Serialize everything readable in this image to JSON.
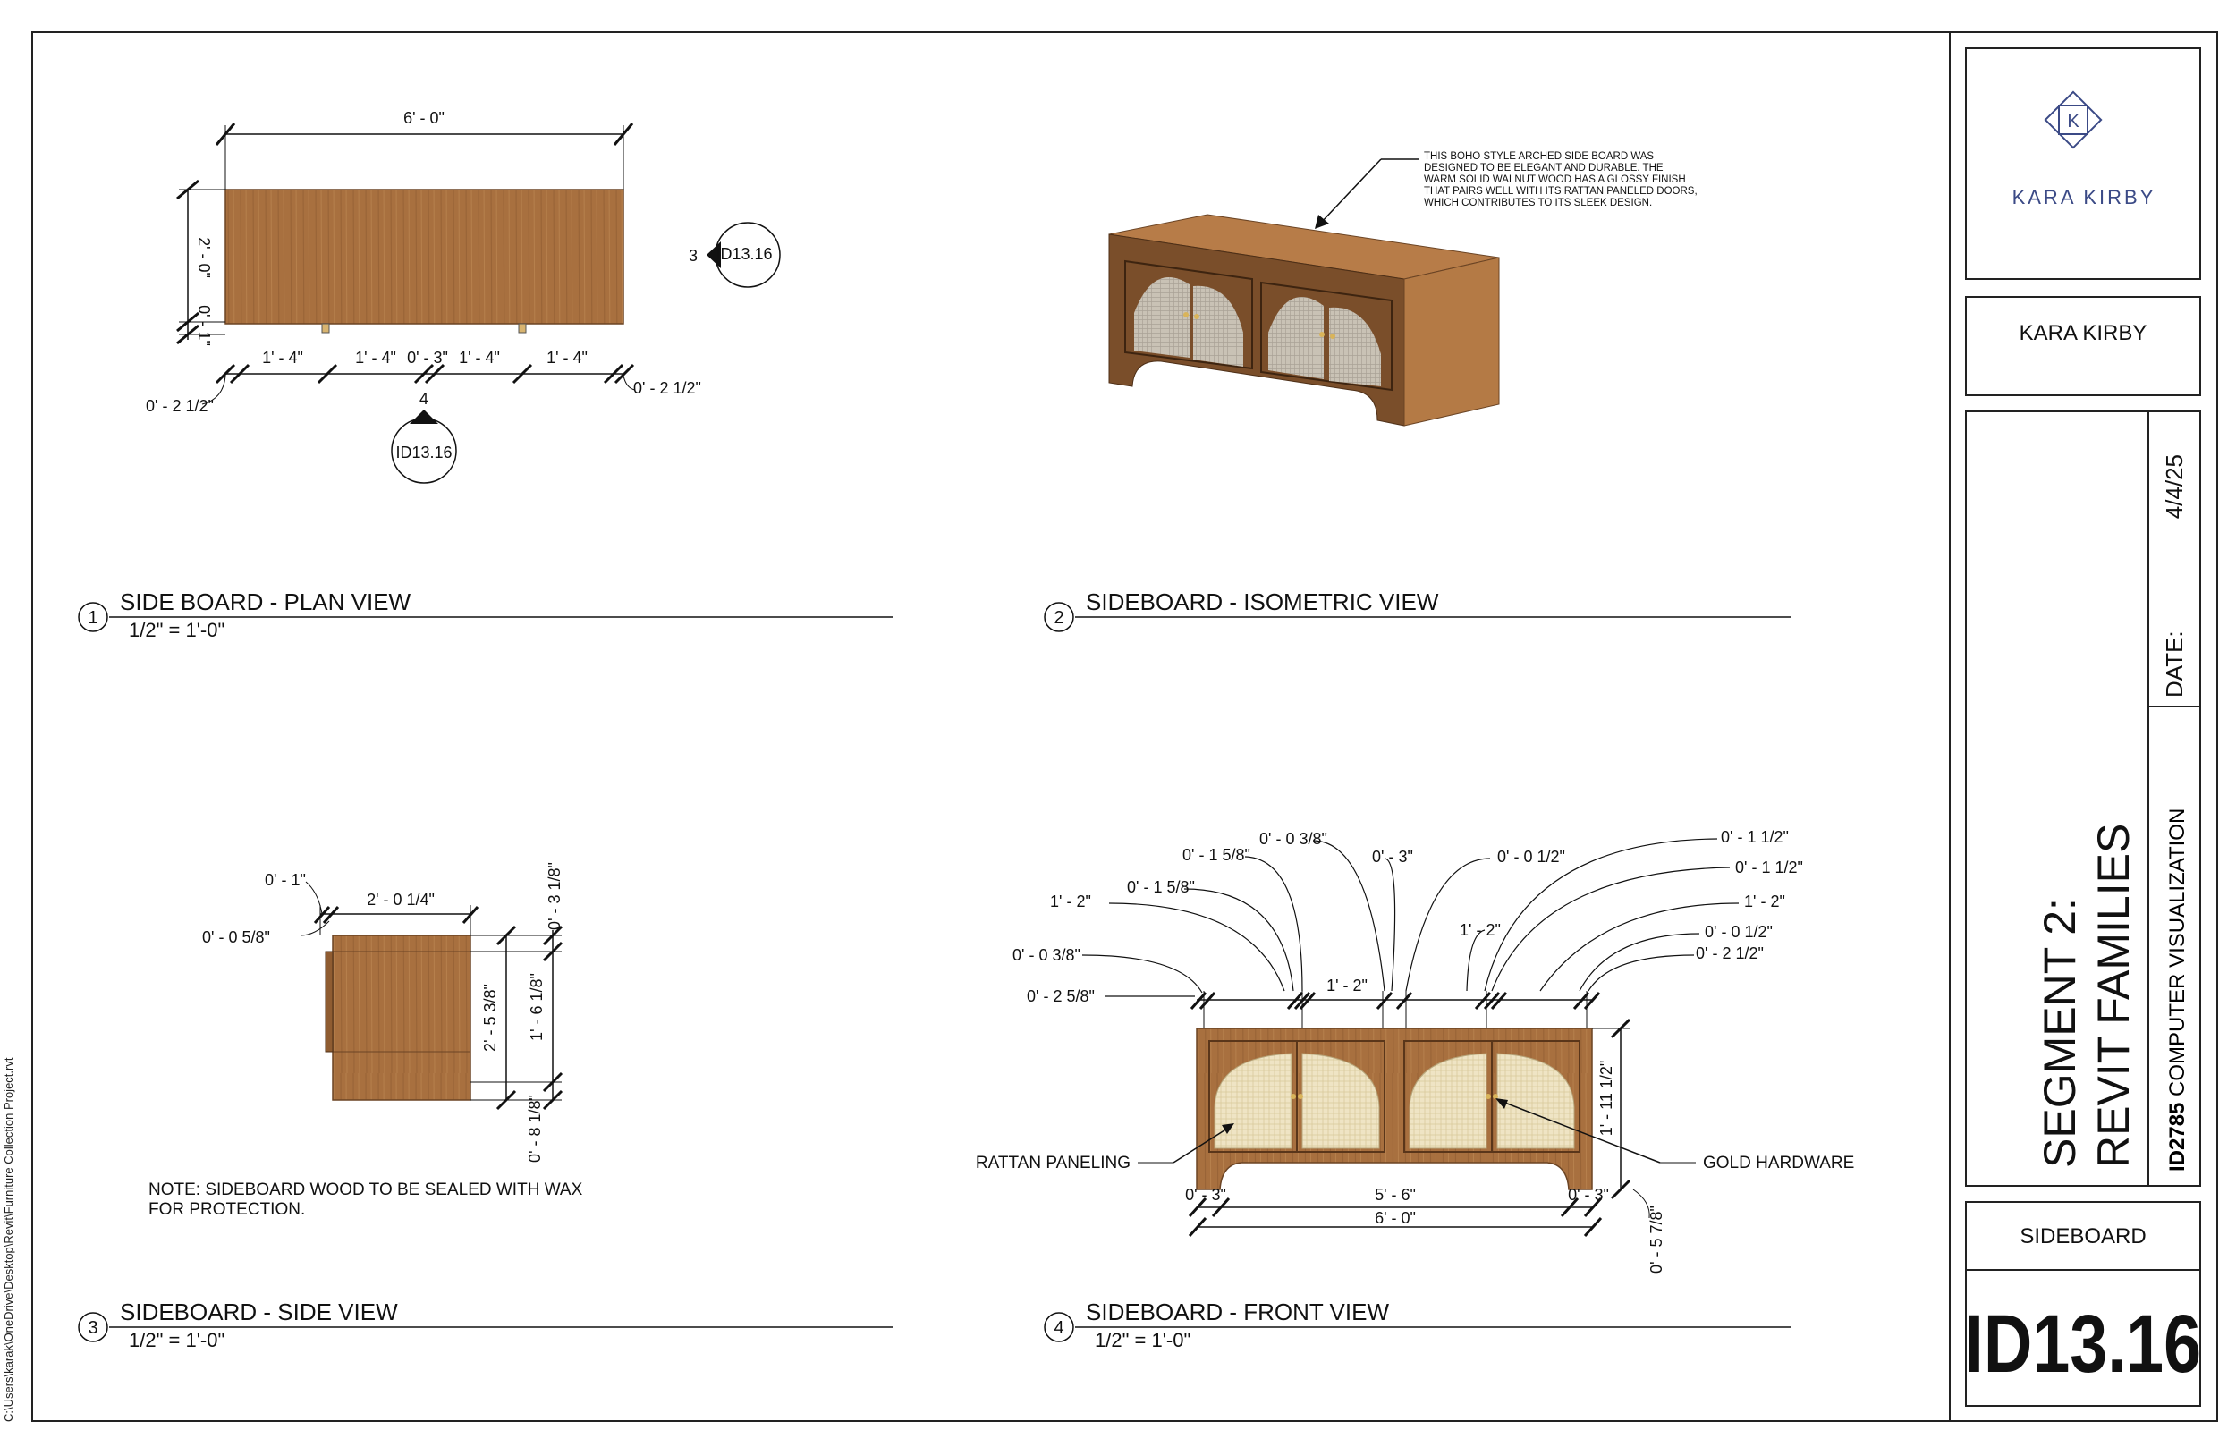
{
  "file_path": "C:\\Users\\karak\\OneDrive\\Desktop\\Revit\\Furniture Collection Project.rvt",
  "colors": {
    "wood": "#a8703f",
    "wood_dark": "#7a4e2a",
    "rattan": "#efe4c4",
    "line": "#111111"
  },
  "views": {
    "plan": {
      "number": "1",
      "title": "SIDE BOARD - PLAN VIEW",
      "scale": "1/2\" = 1'-0\"",
      "dims": {
        "overall": "6' - 0\"",
        "depth": "2' - 0\"",
        "overhang": "0' - 1\"",
        "d1": "1' - 4\"",
        "d2": "1' - 4\"",
        "d3": "0' - 3\"",
        "d4": "1' - 4\"",
        "d5": "1' - 4\"",
        "left_end": "0' - 2 1/2\"",
        "right_end": "0' - 2 1/2\""
      },
      "callout_right": {
        "num": "3",
        "sheet": "ID13.16"
      },
      "callout_bottom": {
        "num": "4",
        "sheet": "ID13.16"
      }
    },
    "iso": {
      "number": "2",
      "title": "SIDEBOARD - ISOMETRIC VIEW",
      "note": [
        "THIS BOHO STYLE ARCHED SIDE BOARD WAS",
        "DESIGNED TO BE ELEGANT AND DURABLE. THE",
        "WARM SOLID WALNUT WOOD HAS A GLOSSY FINISH",
        "THAT PAIRS WELL WITH ITS RATTAN PANELED DOORS,",
        "WHICH CONTRIBUTES TO ITS SLEEK DESIGN."
      ]
    },
    "side": {
      "number": "3",
      "title": "SIDEBOARD - SIDE VIEW",
      "scale": "1/2\" = 1'-0\"",
      "dims": {
        "top_gap": "0' - 1\"",
        "left_gap": "0' - 0 5/8\"",
        "width": "2' - 0 1/4\"",
        "top_right": "0' - 3 1/8\"",
        "height_a": "2' - 5 3/8\"",
        "height_b": "1' - 6 1/8\"",
        "leg": "0' - 8 1/8\""
      },
      "note": [
        "NOTE: SIDEBOARD WOOD TO BE SEALED WITH WAX",
        "FOR PROTECTION."
      ]
    },
    "front": {
      "number": "4",
      "title": "SIDEBOARD - FRONT VIEW",
      "scale": "1/2\" = 1'-0\"",
      "dims_left": [
        "0' - 0 3/8\"",
        "0' - 1 5/8\"",
        "0' - 1 5/8\"",
        "1' - 2\"",
        "0' - 0 3/8\"",
        "0' - 2 5/8\""
      ],
      "dims_top": [
        "0' - 3\"",
        "1' - 2\"",
        "1' - 2\""
      ],
      "dims_right": [
        "0' - 1 1/2\"",
        "0' - 0 1/2\"",
        "0' - 1 1/2\"",
        "1' - 2\"",
        "0' - 0 1/2\"",
        "0' - 2 1/2\""
      ],
      "height": "1' - 11 1/2\"",
      "leg_left": "0' - 3\"",
      "leg_mid": "5' - 6\"",
      "leg_right": "0' - 3\"",
      "overall": "6' - 0\"",
      "base": "0' - 5 7/8\"",
      "label_left": "RATTAN PANELING",
      "label_right": "GOLD HARDWARE"
    }
  },
  "title_block": {
    "logo_letter": "K",
    "brand": "KARA KIRBY",
    "designer": "KARA KIRBY",
    "date_label": "DATE:",
    "date": "4/4/25",
    "course_code": "ID2785",
    "course_name": " COMPUTER VISUALIZATION",
    "segment_line1": "SEGMENT 2:",
    "segment_line2": "REVIT FAMILIES",
    "sheet_name": "SIDEBOARD",
    "sheet_number": "ID13.16"
  }
}
